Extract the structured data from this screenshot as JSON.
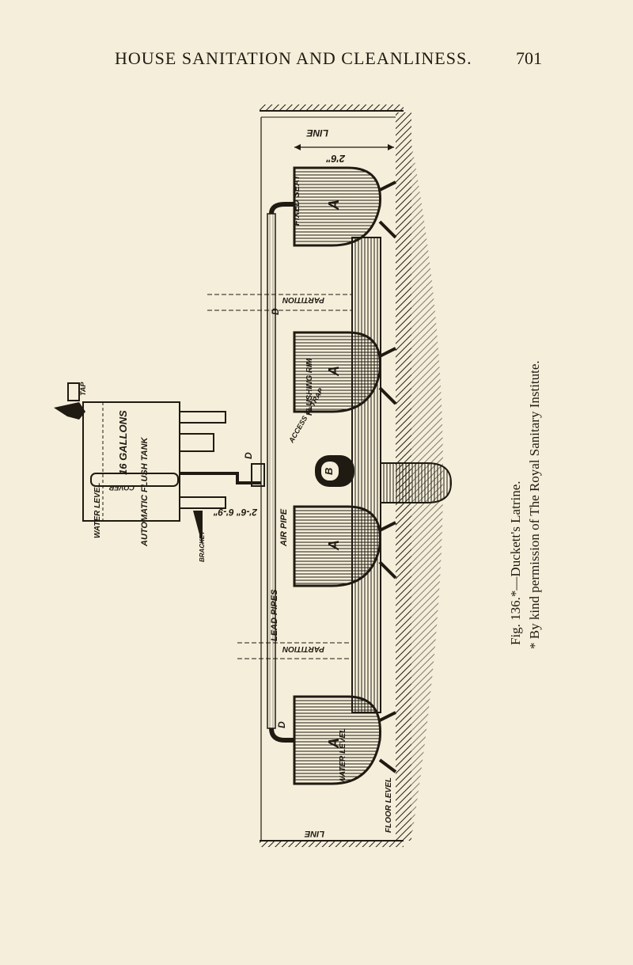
{
  "page": {
    "running_head": "HOUSE SANITATION AND CLEANLINESS.",
    "page_number": "701"
  },
  "caption": {
    "figure_label": "Fig. 136.*—Duckett's Latrine.",
    "credit": "* By kind permission of The Royal Sanitary Institute."
  },
  "figure": {
    "labels": {
      "line_top": "LINE",
      "dim_top": "2'6\"",
      "fixed_seat": "FIXED SEAT",
      "partition_1": "PARTITION",
      "flushing_rim": "FLUSHING RIM",
      "access_to_trap": "ACCESS To TRAP",
      "air_pipe": "AIR PIPE",
      "lead_pipes": "LEAD PIPES",
      "partition_2": "PARTITION",
      "water_level_pan": "WATER LEVEL",
      "floor_level": "FLOOR LEVEL",
      "line_bottom": "LINE",
      "dim_middle": "2'-6\" 6'-9\"",
      "water_level_tank": "WATER LEVEL",
      "gallons": "16 GALLONS",
      "automatic_flush_tank": "AUTOMATIC FLUSH TANK",
      "cover": "COVER",
      "tap": "TAP",
      "bracket": "BRACKET",
      "letter_a": "A",
      "letter_b": "B",
      "letter_d": "D"
    }
  }
}
